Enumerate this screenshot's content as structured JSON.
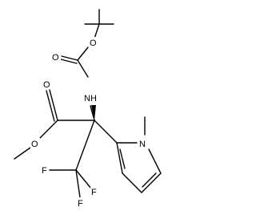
{
  "molecule": {
    "atoms": {
      "o_carbonyl_boc": "O",
      "o_ether_boc": "O",
      "n_amide": "NH",
      "o_carbonyl_ester": "O",
      "o_ether_ester": "O",
      "f1": "F",
      "f2": "F",
      "f3": "F",
      "n_pyrrole": "N"
    }
  }
}
